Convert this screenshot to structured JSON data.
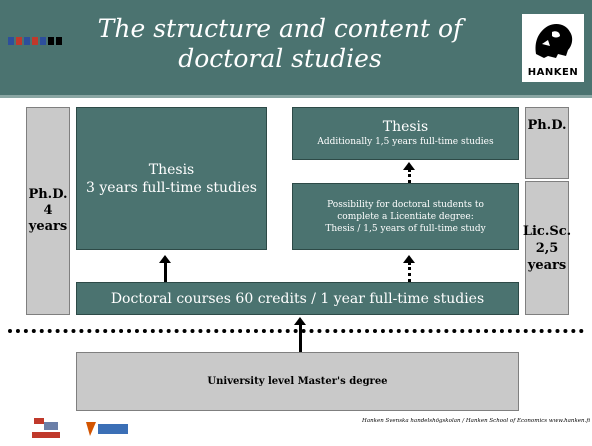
{
  "slide": {
    "title_line1": "The structure and content of",
    "title_line2": "doctoral studies",
    "logo_text": "HANKEN"
  },
  "boxes": {
    "phd_left_line1": "Ph.D.",
    "phd_left_line2": "4 years",
    "thesis_left_title": "Thesis",
    "thesis_left_sub": "3 years full-time studies",
    "thesis_right_title": "Thesis",
    "thesis_right_sub": "Additionally 1,5 years full-time studies",
    "licentiate_line1": "Possibility for doctoral students to",
    "licentiate_line2": "complete a Licentiate degree:",
    "licentiate_line3": "Thesis / 1,5 years of full-time study",
    "phd_right": "Ph.D.",
    "licsc_line1": "Lic.Sc.",
    "licsc_line2": "2,5",
    "licsc_line3": "years",
    "courses": "Doctoral courses 60 credits / 1 year full-time studies",
    "masters": "University level Master's degree"
  },
  "footer": {
    "text": "Hanken Svenska handelshögskolan / Hanken School of Economics www.hanken.fi"
  },
  "colors": {
    "header": "#4b7370",
    "box_green": "#4b7370",
    "box_gray": "#c9c9c9",
    "stripe_colors": [
      "#2d4f9c",
      "#c0392b",
      "#2d4f9c",
      "#c0392b",
      "#2d4f9c",
      "#000000",
      "#000000"
    ]
  }
}
